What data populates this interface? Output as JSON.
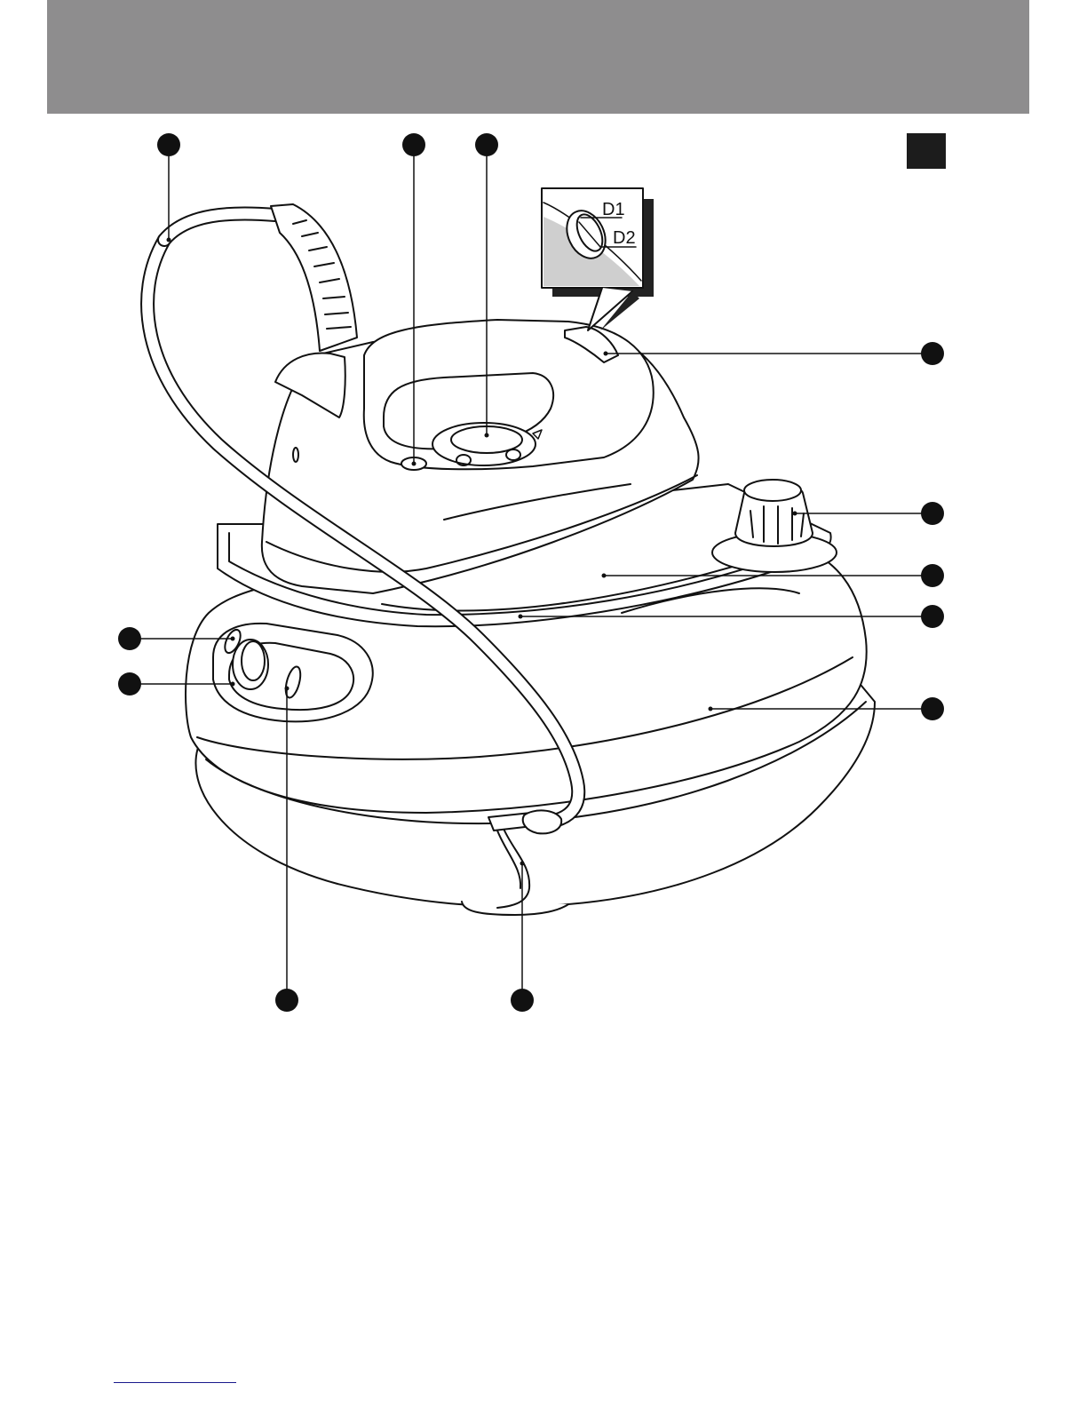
{
  "colors": {
    "header_band": "#8e8d8e",
    "corner_square": "#1c1c1c",
    "line_art": "#111111",
    "footer_rule": "#1a1a8c"
  },
  "inset": {
    "labels": [
      "D1",
      "D2"
    ]
  },
  "callout_markers": [
    {
      "id": "cord-callout",
      "points_to": "supply-hose"
    },
    {
      "id": "lamp-callout",
      "points_to": "iron-light"
    },
    {
      "id": "dial-callout",
      "points_to": "temperature-dial"
    },
    {
      "id": "button-callout",
      "points_to": "steam-trigger"
    },
    {
      "id": "cap-callout",
      "points_to": "filler-cap"
    },
    {
      "id": "rest-callout",
      "points_to": "iron-platform"
    },
    {
      "id": "rim-callout",
      "points_to": "base-rim"
    },
    {
      "id": "tank-callout",
      "points_to": "water-tank"
    },
    {
      "id": "onoff-callout",
      "points_to": "power-switch"
    },
    {
      "id": "knob-callout",
      "points_to": "control-knob"
    },
    {
      "id": "light-callout",
      "points_to": "ready-light"
    },
    {
      "id": "mains-callout",
      "points_to": "mains-cord"
    }
  ]
}
